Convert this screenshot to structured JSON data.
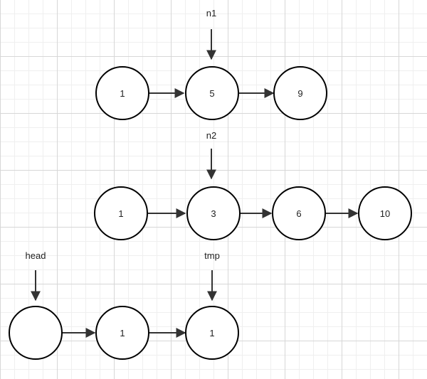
{
  "colors": {
    "stroke": "#000000",
    "fill": "#ffffff",
    "arrow": "#333333",
    "text": "#222222"
  },
  "lists": [
    {
      "name": "list-n1",
      "nodes": [
        "1",
        "5",
        "9"
      ],
      "pointer": {
        "label": "n1",
        "target_index": 1
      }
    },
    {
      "name": "list-n2",
      "nodes": [
        "1",
        "3",
        "6",
        "10"
      ],
      "pointer": {
        "label": "n2",
        "target_index": 1
      }
    },
    {
      "name": "list-merged",
      "nodes": [
        "",
        "1",
        "1"
      ],
      "pointers": [
        {
          "label": "head",
          "target_index": 0
        },
        {
          "label": "tmp",
          "target_index": 2
        }
      ]
    }
  ]
}
